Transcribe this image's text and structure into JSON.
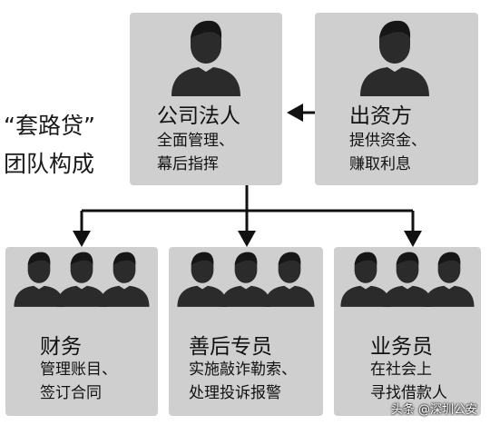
{
  "title": {
    "line1": "“套路贷”",
    "line2": "团队构成"
  },
  "roles": {
    "legal": {
      "name": "公司法人",
      "desc": [
        "全面管理、",
        "幕后指挥"
      ]
    },
    "investor": {
      "name": "出资方",
      "desc": [
        "提供资金、",
        "赚取利息"
      ]
    },
    "finance": {
      "name": "财务",
      "desc": [
        "管理账目、",
        "签订合同"
      ]
    },
    "aftercare": {
      "name": "善后专员",
      "desc": [
        "实施敲诈勒索、",
        "处理投诉报警"
      ]
    },
    "sales": {
      "name": "业务员",
      "desc": [
        "在社会上",
        "寻找借款人"
      ]
    }
  },
  "watermark": "头条 @深圳公安",
  "colors": {
    "box": "#cfcfcf",
    "figure": "#2b2b2b",
    "arrow": "#111111",
    "text": "#111111"
  },
  "icons": {
    "person": "person-silhouette-icon",
    "arrow": "arrowhead-icon"
  }
}
